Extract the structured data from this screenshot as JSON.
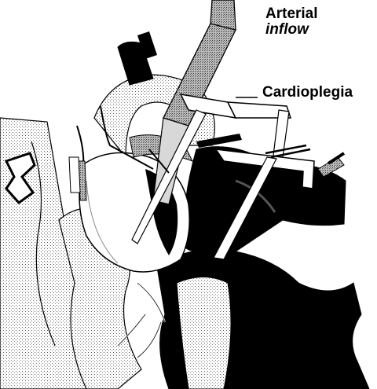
{
  "labels": {
    "arterial_line1": "Arterial",
    "arterial_line2": "inflow",
    "cardioplegia": "Cardioplegia"
  },
  "colors": {
    "ink": "#000000",
    "paper": "#ffffff",
    "shade": "#8a8a8a"
  }
}
